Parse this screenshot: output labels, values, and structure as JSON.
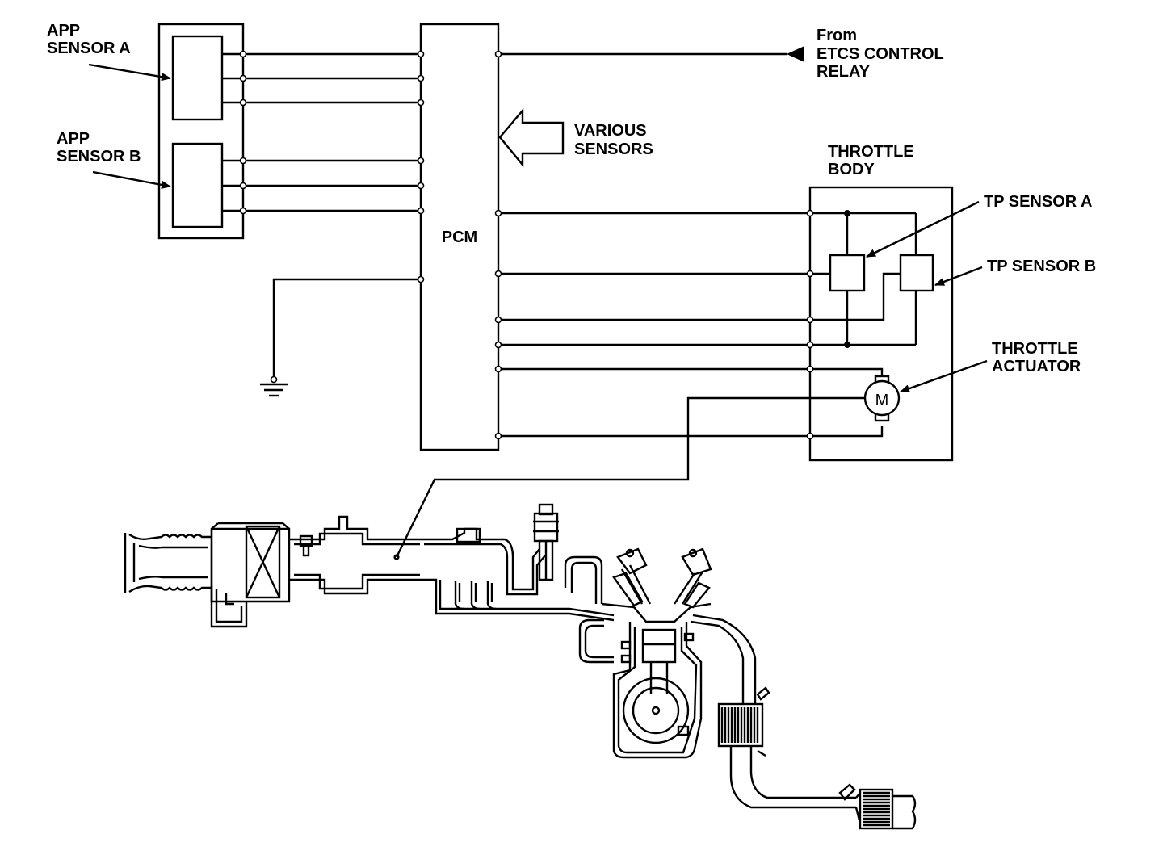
{
  "labels": {
    "app_sensor_a": [
      "APP",
      "SENSOR A"
    ],
    "app_sensor_b": [
      "APP",
      "SENSOR B"
    ],
    "pcm": "PCM",
    "various_sensors": [
      "VARIOUS",
      "SENSORS"
    ],
    "from_relay": [
      "From",
      "ETCS CONTROL",
      "RELAY"
    ],
    "throttle_body": [
      "THROTTLE",
      "BODY"
    ],
    "tp_sensor_a": "TP SENSOR A",
    "tp_sensor_b": "TP SENSOR B",
    "throttle_actuator": [
      "THROTTLE",
      "ACTUATOR"
    ],
    "motor_symbol": "M"
  },
  "colors": {
    "line": "#000000",
    "background": "#ffffff"
  }
}
